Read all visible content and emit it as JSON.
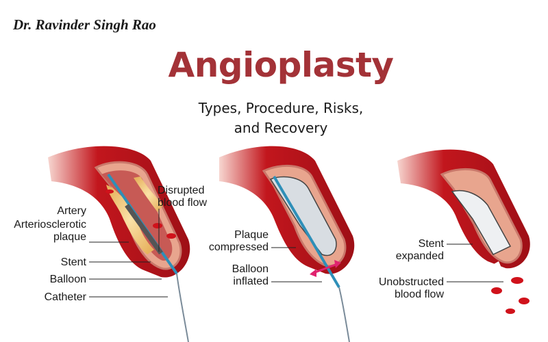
{
  "author": "Dr. Ravinder Singh Rao",
  "title": "Angioplasty",
  "subtitle_line1": "Types, Procedure, Risks,",
  "subtitle_line2": "and Recovery",
  "colors": {
    "title": "#a33237",
    "artery": "#b3131b",
    "plaque": "#f1c97a",
    "catheter": "#2e8fb8",
    "arrow": "#e0236f"
  },
  "panels": [
    {
      "stage": "insertion",
      "labels": {
        "artery": "Artery",
        "plaque_l1": "Arteriosclerotic",
        "plaque_l2": "plaque",
        "stent": "Stent",
        "balloon": "Balloon",
        "catheter": "Catheter",
        "flow_l1": "Disrupted",
        "flow_l2": "blood flow"
      }
    },
    {
      "stage": "inflation",
      "labels": {
        "plaque_l1": "Plaque",
        "plaque_l2": "compressed",
        "balloon_l1": "Balloon",
        "balloon_l2": "inflated"
      }
    },
    {
      "stage": "expanded",
      "labels": {
        "stent_l1": "Stent",
        "stent_l2": "expanded",
        "flow_l1": "Unobstructed",
        "flow_l2": "blood flow"
      }
    }
  ]
}
